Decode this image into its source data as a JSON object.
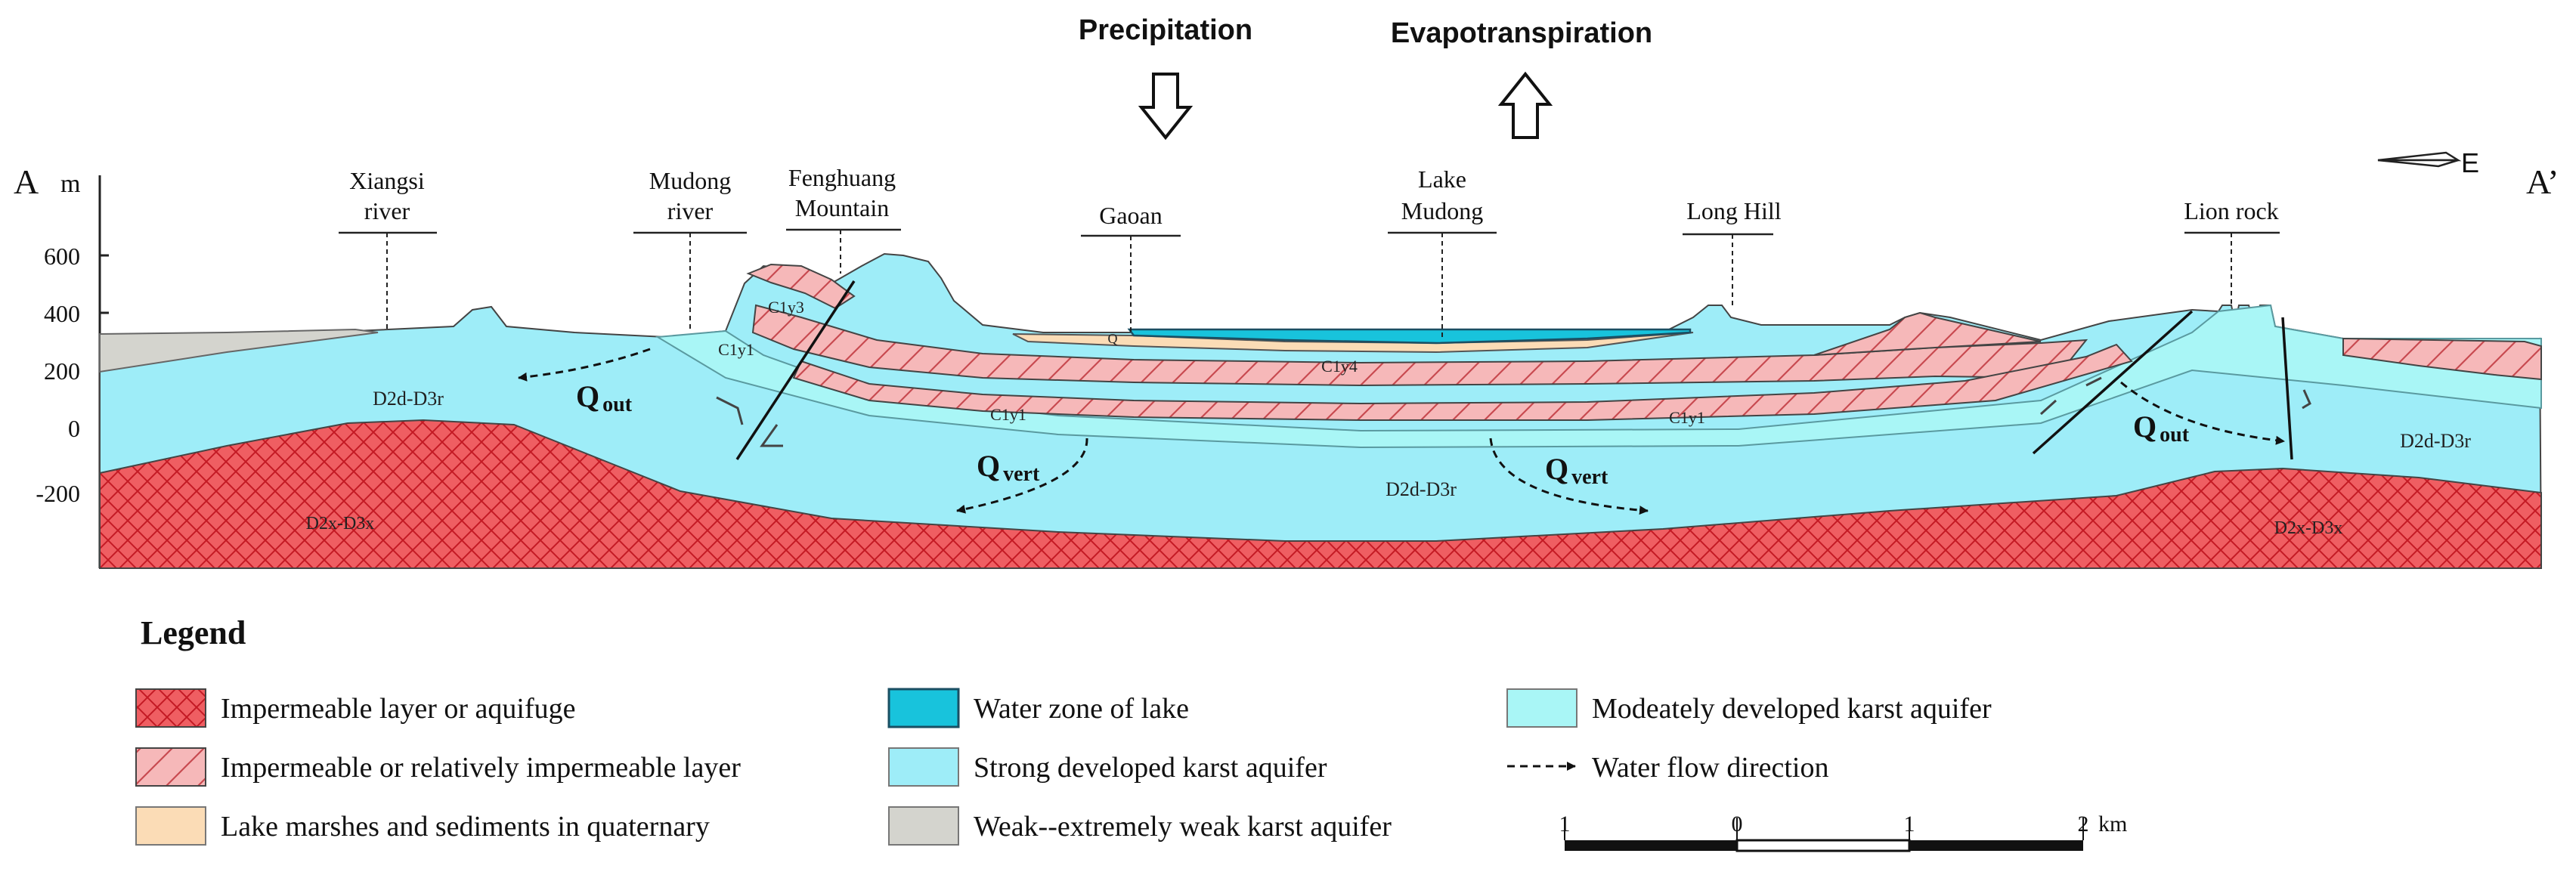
{
  "climate": {
    "precipitation": "Precipitation",
    "evapotranspiration": "Evapotranspiration"
  },
  "section": {
    "start_label": "A",
    "end_label": "A’",
    "unit_label": "m",
    "north_label": "E",
    "axis_ticks": [
      "600",
      "400",
      "200",
      "0",
      "-200"
    ]
  },
  "places": {
    "xiangsi": [
      "Xiangsi",
      "river"
    ],
    "mudong_river": [
      "Mudong",
      "river"
    ],
    "fenghuang": [
      "Fenghuang",
      "Mountain"
    ],
    "gaoan": [
      "Gaoan"
    ],
    "lake": [
      "Lake",
      "Mudong"
    ],
    "long_hill": [
      "Long Hill"
    ],
    "lion_rock": [
      "Lion rock"
    ]
  },
  "strata": {
    "c1y3": "C1y3",
    "c1y1_west": "C1y1",
    "c1y4": "C1y4",
    "c1y1_mid": "C1y1",
    "c1y1_east": "C1y1",
    "q": "Q",
    "d2d_west": "D2d-D3r",
    "d2d_center": "D2d-D3r",
    "d2d_east": "D2d-D3r",
    "d2x_west": "D2x-D3x",
    "d2x_east": "D2x-D3x"
  },
  "flows": {
    "q_out_label": "Q",
    "q_out_sub": "out",
    "q_vert_label": "Q",
    "q_vert_sub": "vert"
  },
  "legend": {
    "title": "Legend",
    "items": [
      "Impermeable layer or aquifuge",
      "Impermeable or relatively impermeable layer",
      "Lake marshes and sediments in quaternary",
      "Water zone of lake",
      "Strong developed karst aquifer",
      "Weak--extremely weak karst aquifer",
      "Modeately developed karst aquifer",
      "Water flow direction"
    ]
  },
  "scale_bar": {
    "labels": [
      "1",
      "0",
      "1",
      "2"
    ],
    "unit": "km"
  },
  "colors": {
    "aquifuge_fill": "#ef5e62",
    "aquifuge_hatch": "#c41a24",
    "impermeable_fill": "#f6b8b9",
    "impermeable_hatch": "#c84a50",
    "sediment": "#fbdcb6",
    "lake_water": "#18c3dc",
    "strong_karst": "#9eedf8",
    "moderate_karst": "#a9f6f6",
    "weak_karst": "#d4d4ce",
    "line": "#222222"
  }
}
